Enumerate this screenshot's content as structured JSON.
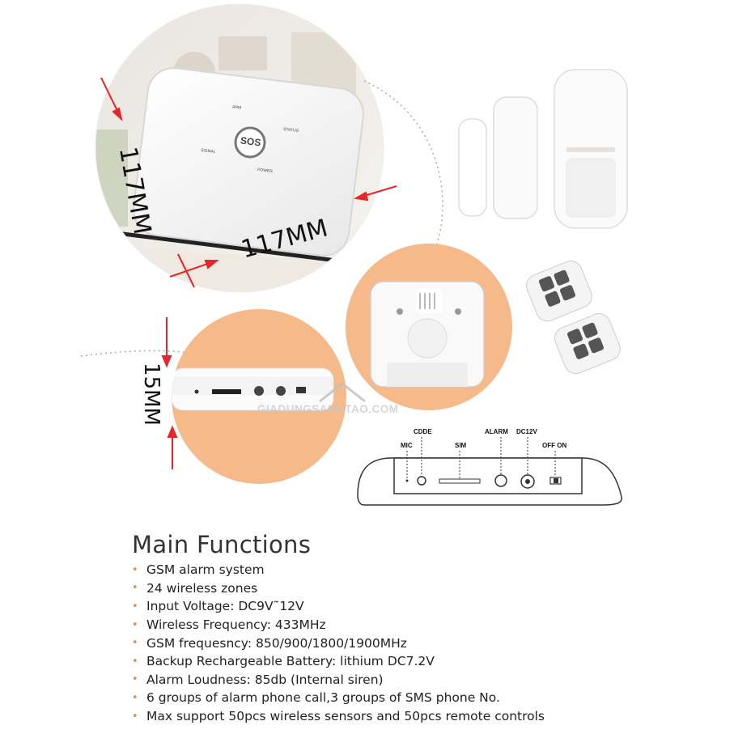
{
  "dimensions": {
    "depth": "117MM",
    "width": "117MM",
    "height": "15MM"
  },
  "panel_labels": {
    "sos": "SOS",
    "arm": "ARM",
    "status": "STATUS",
    "signal": "SIGNAL",
    "power": "POWER"
  },
  "watermark": "GIADUNGSANGTAO.COM",
  "ports": {
    "mic": "MIC",
    "code": "CDDE",
    "sim": "SIM",
    "alarm": "ALARM",
    "dc12v": "DC12V",
    "off_on": "OFF ON"
  },
  "heading": "Main Functions",
  "features": [
    "GSM alarm system",
    "24 wireless zones",
    "Input Voltage: DC9V˜12V",
    "Wireless Frequency: 433MHz",
    "GSM frequesncy: 850/900/1800/1900MHz",
    "Backup Rechargeable Battery: lithium DC7.2V",
    "Alarm Loudness: 85db (Internal siren)",
    "6 groups of alarm phone call,3 groups of SMS phone No.",
    "Max support 50pcs wireless sensors and 50pcs remote controls"
  ],
  "colors": {
    "accent_orange": "#f5b888",
    "arrow_red": "#e5262a",
    "bullet": "#e98a58"
  }
}
